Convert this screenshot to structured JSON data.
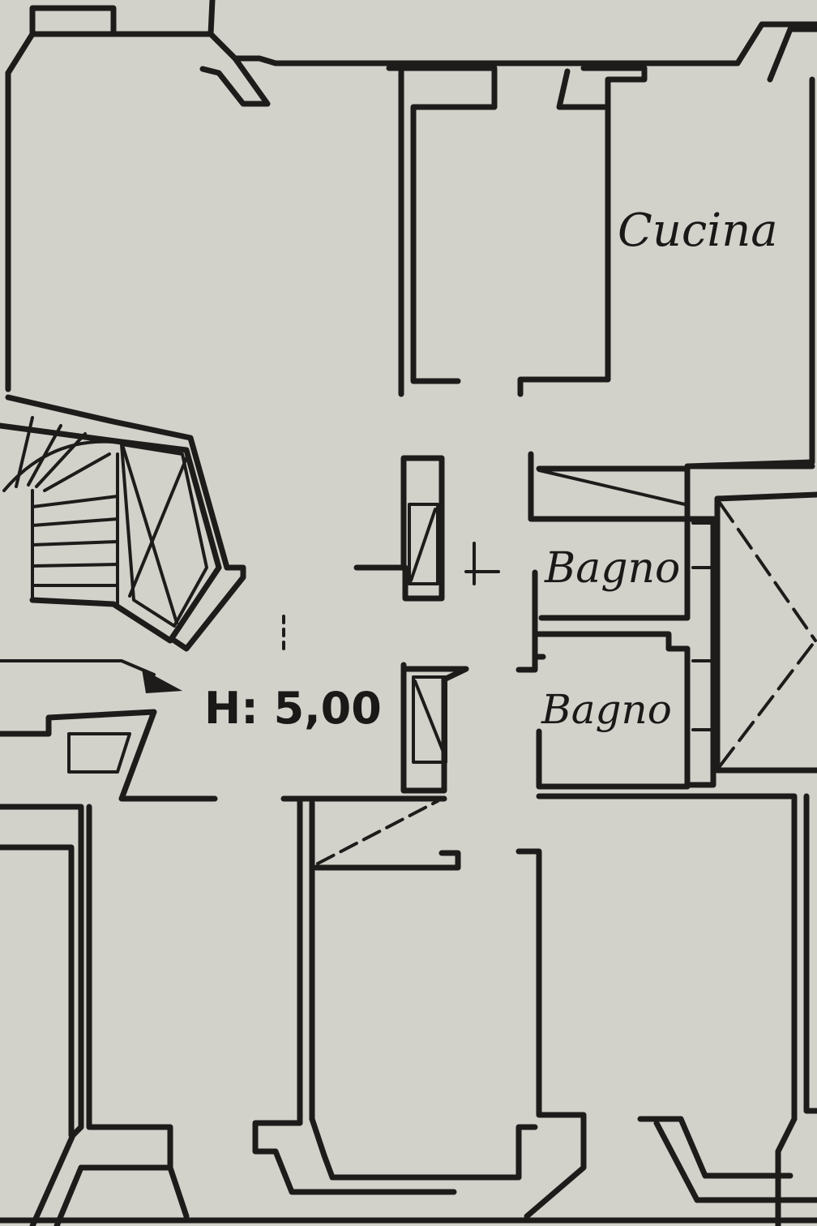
{
  "plan": {
    "rooms": {
      "kitchen": "Cucina",
      "bath_upper": "Bagno",
      "bath_lower": "Bagno"
    },
    "height_note": "H: 5,00"
  },
  "colors": {
    "paper": "#d6d4ce",
    "ink": "#1d1c1a"
  }
}
